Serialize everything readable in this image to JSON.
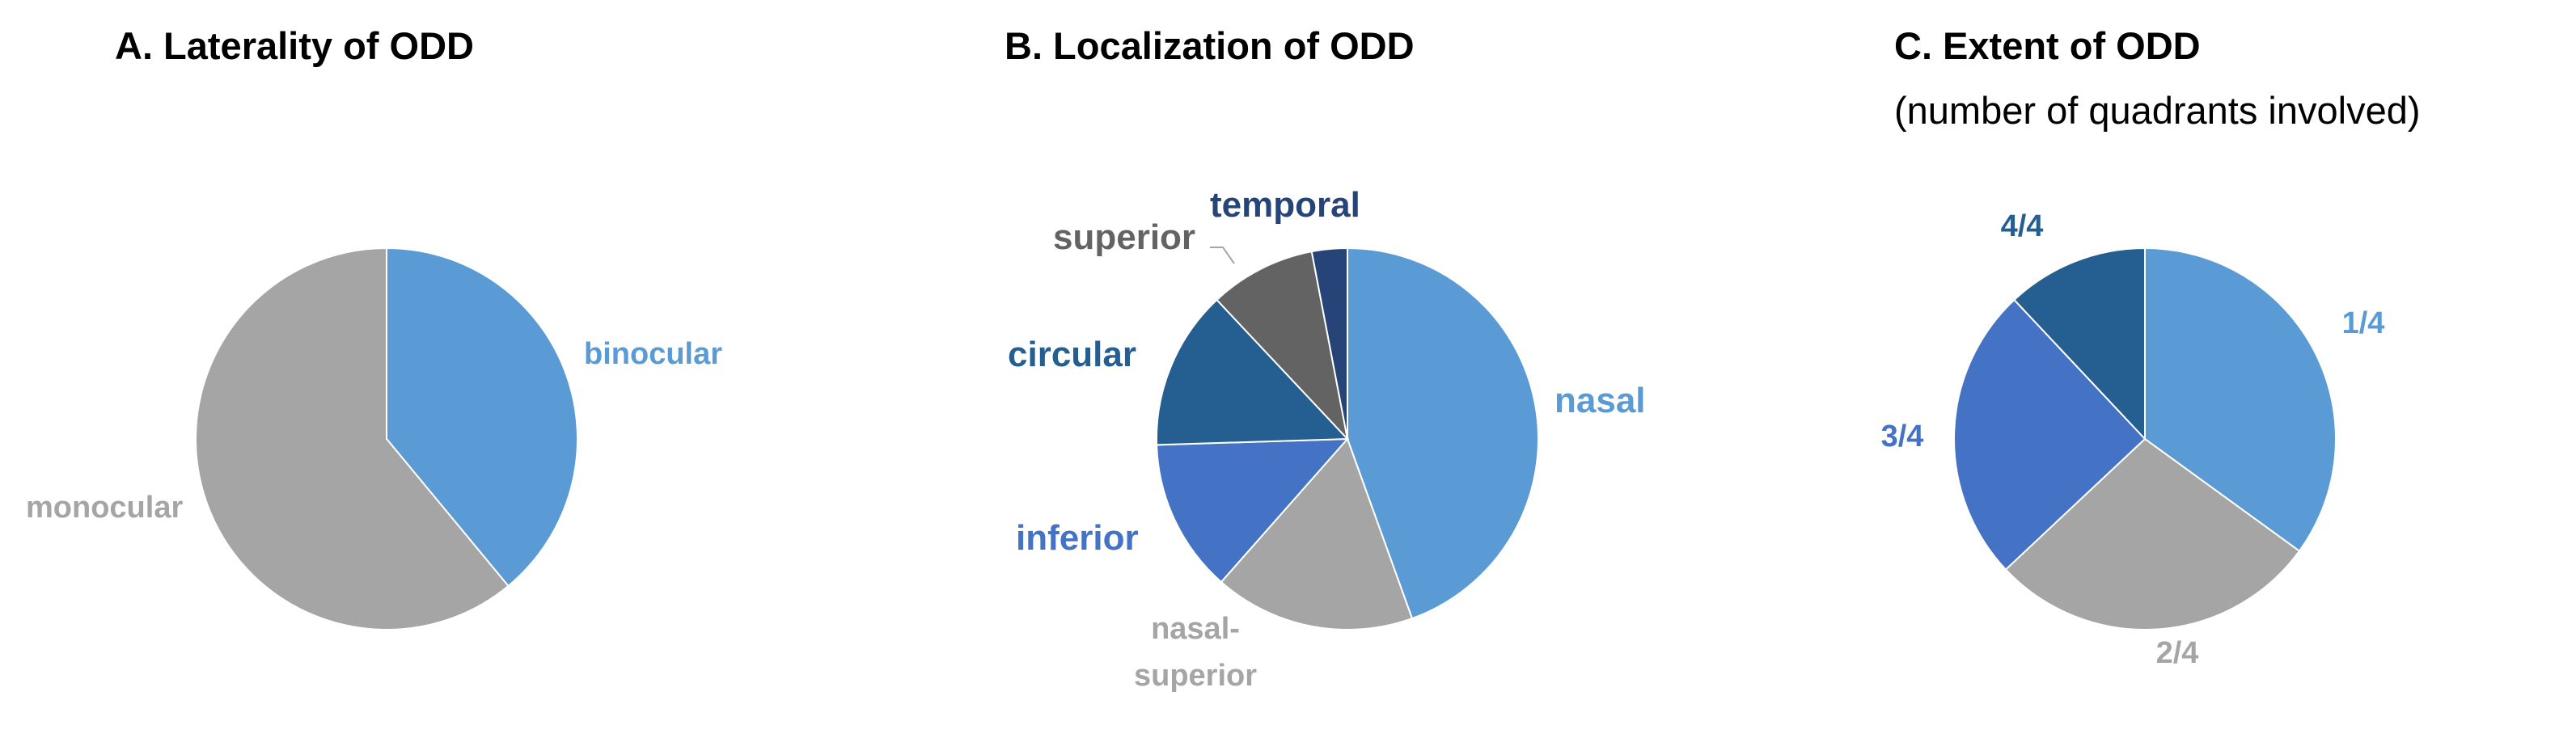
{
  "chart_data": [
    {
      "type": "pie",
      "title": "A. Laterality of ODD",
      "subtitle": "",
      "slices": [
        {
          "label": "binocular",
          "value": 39,
          "color": "#5B9BD5",
          "label_color": "#5B9BD5"
        },
        {
          "label": "monocular",
          "value": 61,
          "color": "#A5A5A5",
          "label_color": "#A5A5A5"
        }
      ]
    },
    {
      "type": "pie",
      "title": "B. Localization of ODD",
      "subtitle": "",
      "slices": [
        {
          "label": "nasal",
          "value": 44.5,
          "color": "#5B9BD5",
          "label_color": "#5B9BD5"
        },
        {
          "label": "nasal-superior",
          "value": 17,
          "color": "#A5A5A5",
          "label_color": "#A5A5A5"
        },
        {
          "label": "inferior",
          "value": 13,
          "color": "#4472C4",
          "label_color": "#4472C4"
        },
        {
          "label": "circular",
          "value": 13.5,
          "color": "#255E91",
          "label_color": "#255E91"
        },
        {
          "label": "superior",
          "value": 9,
          "color": "#636363",
          "label_color": "#636363"
        },
        {
          "label": "temporal",
          "value": 3,
          "color": "#264478",
          "label_color": "#264478"
        }
      ]
    },
    {
      "type": "pie",
      "title": "C. Extent of ODD",
      "subtitle": "(number of quadrants involved)",
      "slices": [
        {
          "label": "1/4",
          "value": 35,
          "color": "#5B9BD5",
          "label_color": "#5B9BD5"
        },
        {
          "label": "2/4",
          "value": 28,
          "color": "#A5A5A5",
          "label_color": "#A5A5A5"
        },
        {
          "label": "3/4",
          "value": 25,
          "color": "#4472C4",
          "label_color": "#4472C4"
        },
        {
          "label": "4/4",
          "value": 12,
          "color": "#255E91",
          "label_color": "#255E91"
        }
      ]
    }
  ]
}
